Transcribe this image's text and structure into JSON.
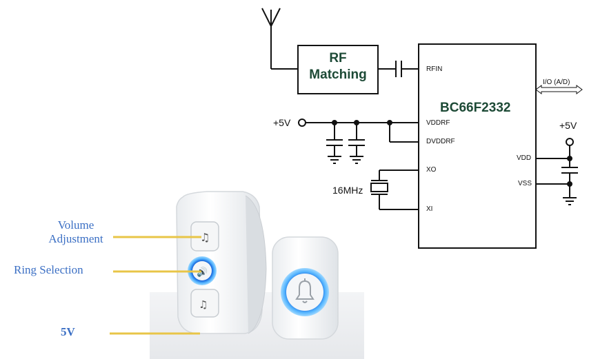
{
  "schematic": {
    "rf_block": {
      "line1": "RF",
      "line2": "Matching"
    },
    "chip_name": "BC66F2332",
    "pins": {
      "rfin": "RFIN",
      "vddrf": "VDDRF",
      "dvddrf": "DVDDRF",
      "xo": "XO",
      "xi": "XI",
      "vdd": "VDD",
      "vss": "VSS"
    },
    "io_label": "I/O (A/D)",
    "supply_left": "+5V",
    "supply_right": "+5V",
    "crystal": "16MHz"
  },
  "product": {
    "callouts": {
      "volume_line1": "Volume",
      "volume_line2": "Adjustment",
      "ring": "Ring Selection",
      "power": "5V"
    }
  },
  "colors": {
    "callout_text": "#3b6fc4",
    "leader_line": "#e8c547",
    "block_text": "#1d4a36",
    "ring_glow": "#2f8fe8"
  }
}
